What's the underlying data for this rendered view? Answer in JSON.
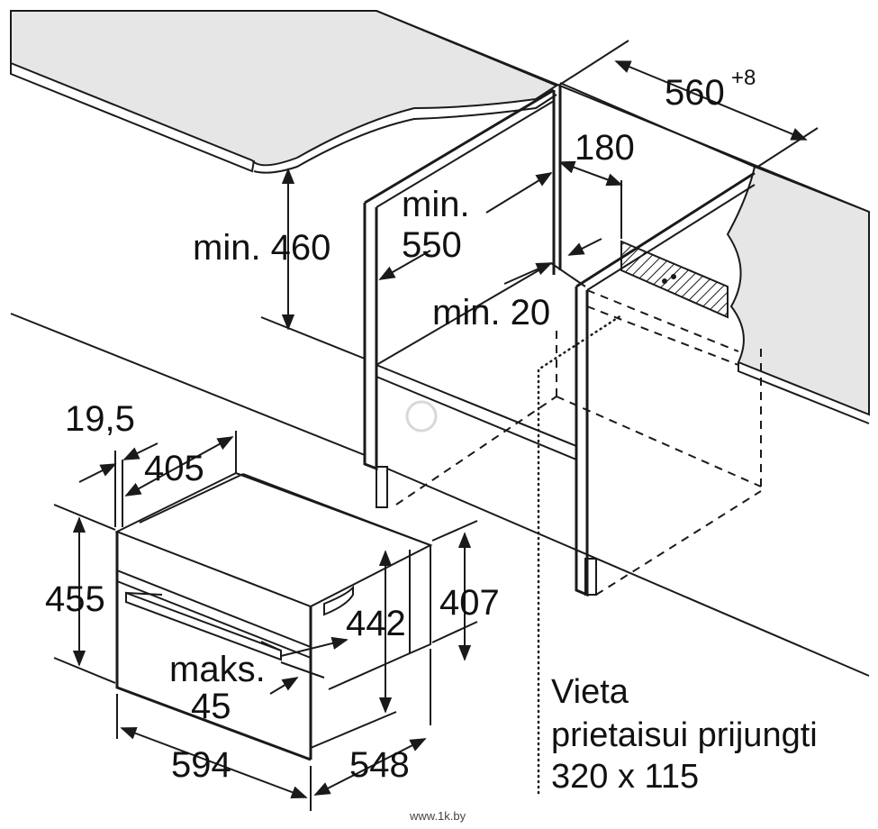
{
  "dimensions": {
    "niche_width": "560",
    "niche_width_tolerance": "+8",
    "socket_offset": "180",
    "min_depth_line1": "min.",
    "min_depth_line2": "550",
    "min_height": "min. 460",
    "min_gap": "min. 20",
    "appliance_front_gap": "19,5",
    "appliance_depth_inner": "405",
    "appliance_height": "455",
    "appliance_inner_height": "442",
    "appliance_body_height": "407",
    "handle_depth_line1": "maks.",
    "handle_depth_line2": "45",
    "appliance_width": "594",
    "appliance_depth": "548"
  },
  "connection_note": {
    "line1": "Vieta",
    "line2": "prietaisui prijungti",
    "line3": "320 x 115"
  },
  "watermark": {
    "url": "www.1k.by"
  },
  "colors": {
    "line": "#1a1a1a",
    "counter_fill": "#e6e6e6",
    "background": "#ffffff"
  }
}
